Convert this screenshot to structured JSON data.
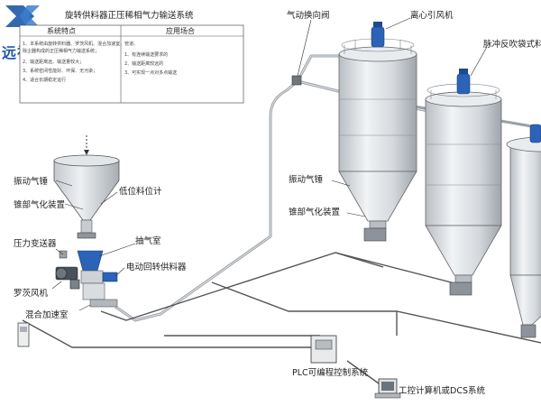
{
  "title": "旋转供料器正压稀相气力输送系统",
  "logo_text": "远祥机械",
  "table": {
    "col1_header": "系统特点",
    "col2_header": "应用场合",
    "col1_lines": [
      "1、本系统由旋转供料器、罗茨风机、混合加速室、管道、",
      "   除尘器构成的正压稀相气力输送系统；",
      "2、输送距离远、输送量较大；",
      "3、系统密闭性能好、环保、无污染；",
      "4、适合长期稳定运行"
    ],
    "col2_lines": [
      "1、有连续输送要求的",
      "2、输送距离较远的",
      "3、可实现一点对多点输送"
    ]
  },
  "labels": {
    "pneumatic_valve": "气动换向阀",
    "centrifugal_fan": "离心引风机",
    "pulse_dust": "脉冲反吹袋式料仓顶",
    "vibrator_left": "振动气锤",
    "cone_air_left": "锥部气化装置",
    "level_meter": "低位料位计",
    "pressure_transmitter": "压力变送器",
    "suction_chamber": "抽气室",
    "rotary_feeder": "电动回转供料器",
    "roots_blower": "罗茨风机",
    "mixing_chamber": "混合加速室",
    "vibrator_right": "振动气锤",
    "cone_air_right": "锥部气化装置",
    "plc": "PLC可编程控制系统",
    "ipc": "工控计算机或DCS系统"
  },
  "colors": {
    "accent": "#1d59a8",
    "metal": "#d9dde1",
    "pipe": "#9aa0a6",
    "wire": "#555555",
    "motor_blue": "#2b63b8"
  }
}
